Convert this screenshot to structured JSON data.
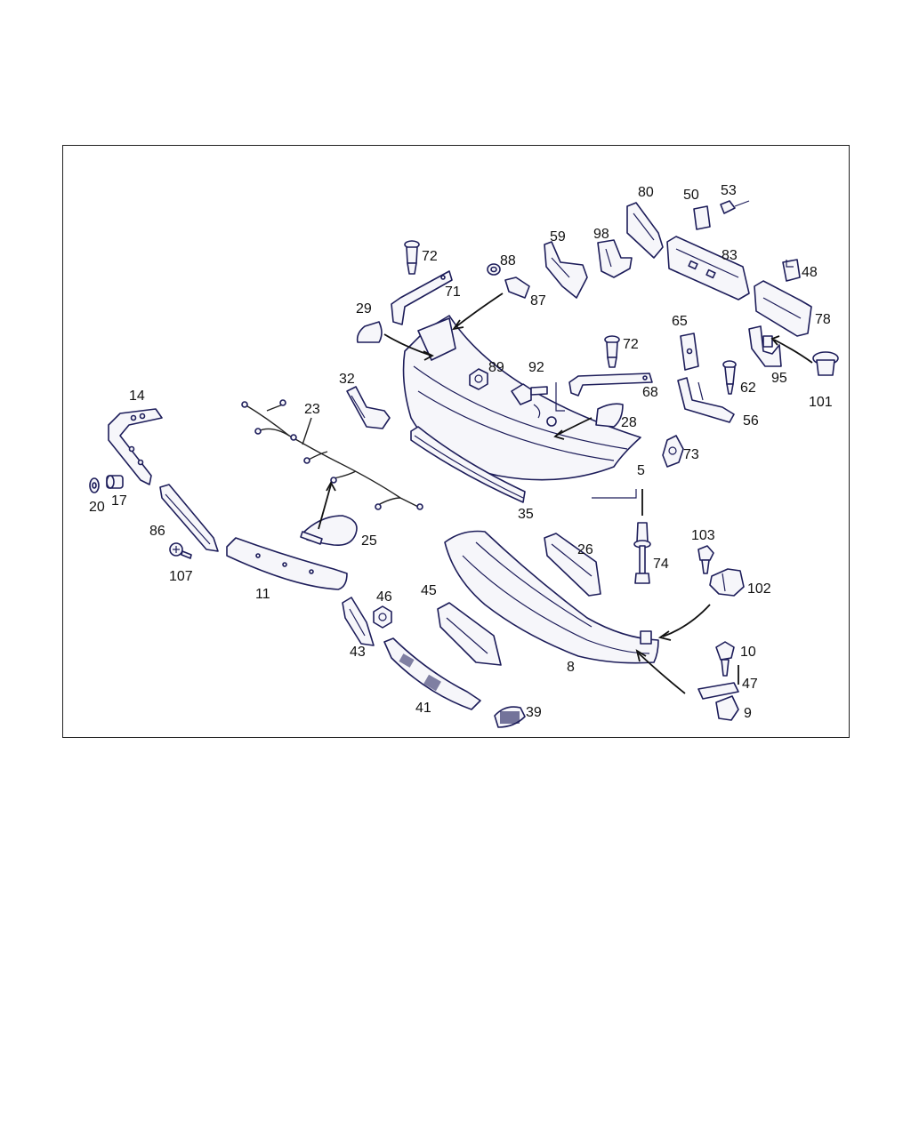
{
  "diagram": {
    "labels": {
      "p5": "5",
      "p8": "8",
      "p9": "9",
      "p10": "10",
      "p11": "11",
      "p14": "14",
      "p17": "17",
      "p20": "20",
      "p23": "23",
      "p25": "25",
      "p26": "26",
      "p28": "28",
      "p29": "29",
      "p32": "32",
      "p35": "35",
      "p39": "39",
      "p41": "41",
      "p43": "43",
      "p45": "45",
      "p46": "46",
      "p47": "47",
      "p48": "48",
      "p50": "50",
      "p53": "53",
      "p56": "56",
      "p59": "59",
      "p62": "62",
      "p65": "65",
      "p68": "68",
      "p71": "71",
      "p72a": "72",
      "p72b": "72",
      "p73": "73",
      "p74": "74",
      "p78": "78",
      "p80": "80",
      "p83": "83",
      "p86": "86",
      "p87": "87",
      "p88": "88",
      "p89": "89",
      "p92": "92",
      "p95": "95",
      "p98": "98",
      "p101": "101",
      "p102": "102",
      "p103": "103",
      "p107": "107"
    }
  }
}
